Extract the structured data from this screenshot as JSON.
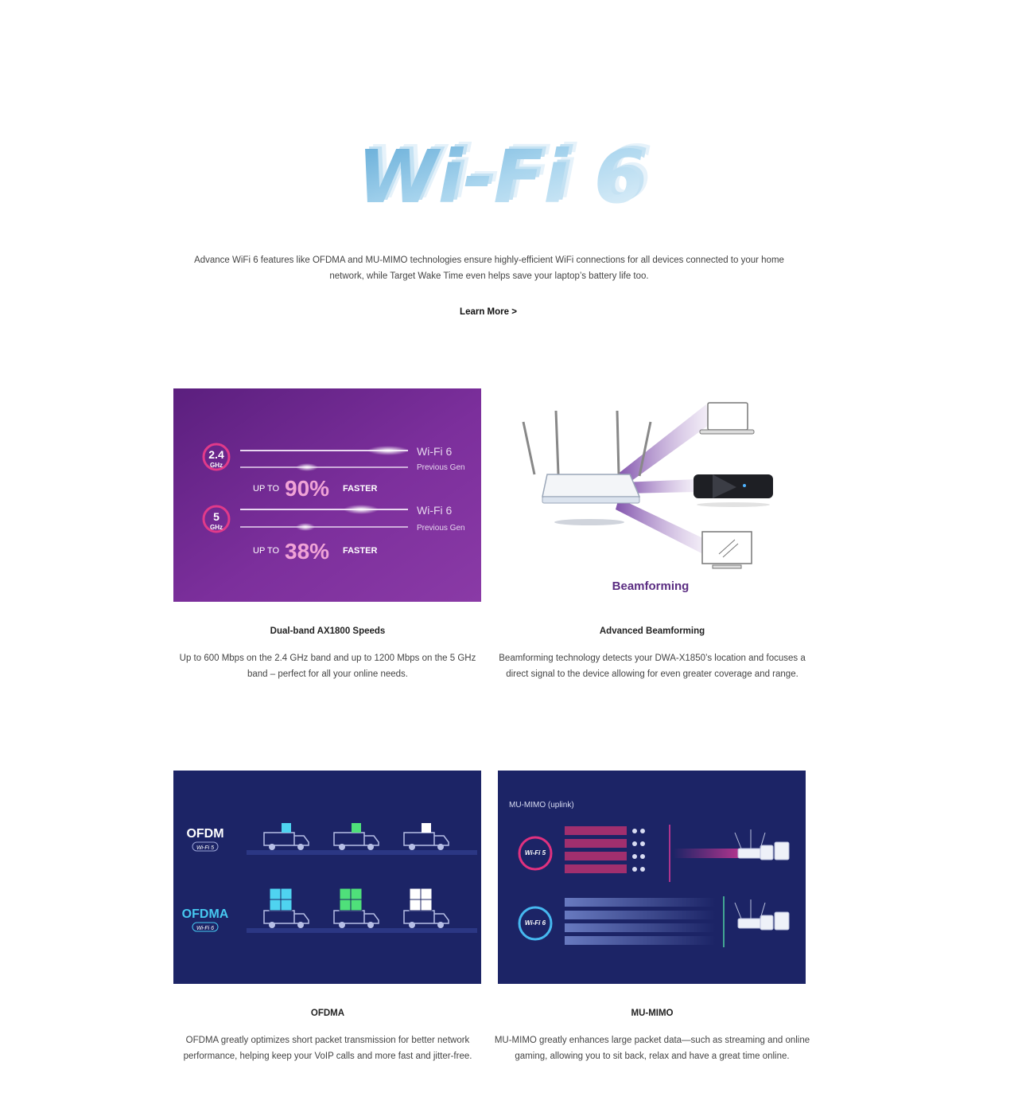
{
  "hero": {
    "logo_text": "Wi-Fi 6",
    "intro": "Advance WiFi 6 features like OFDMA and MU-MIMO technologies ensure highly-efficient WiFi connections for all devices connected to your home network, while Target Wake Time even helps save your laptop’s battery life too.",
    "learn_more": "Learn More >"
  },
  "speeds_graphic": {
    "band1_value": "2.4",
    "band1_unit": "GHz",
    "band2_value": "5",
    "band2_unit": "GHz",
    "wifi6": "Wi-Fi 6",
    "prev_gen": "Previous Gen",
    "up_to": "UP TO",
    "faster": "FASTER",
    "pct1": "90%",
    "pct2": "38%"
  },
  "beam_graphic": {
    "label": "Beamforming"
  },
  "ofdma_graphic": {
    "row1": "OFDM",
    "row1_badge": "Wi-Fi 5",
    "row2": "OFDMA",
    "row2_badge": "Wi-Fi 6"
  },
  "mumimo_graphic": {
    "title": "MU-MIMO (uplink)",
    "badge1": "Wi-Fi 5",
    "badge2": "Wi-Fi 6"
  },
  "features": [
    {
      "title": "Dual-band AX1800 Speeds",
      "desc": "Up to 600 Mbps on the 2.4 GHz band and up to 1200 Mbps on the 5 GHz band – perfect for all your online needs."
    },
    {
      "title": "Advanced Beamforming",
      "desc": "Beamforming technology detects your DWA-X1850’s location and focuses a direct signal to the device allowing for even greater coverage and range."
    },
    {
      "title": "OFDMA",
      "desc": "OFDMA greatly optimizes short packet transmission for better network performance, helping keep your VoIP calls and more fast and jitter-free."
    },
    {
      "title": "MU-MIMO",
      "desc": "MU-MIMO greatly enhances large packet data—such as streaming and online gaming, allowing you to sit back, relax and have a great time online."
    }
  ],
  "colors": {
    "purple_bg": "#7a2f9a",
    "navy_bg": "#1c2466",
    "accent_blue": "#7ec3e6",
    "beam_purple": "#5b2d82"
  }
}
